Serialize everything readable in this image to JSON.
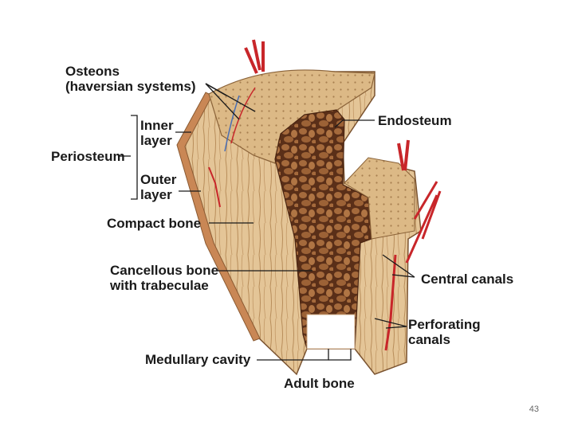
{
  "labels": {
    "osteons": "Osteons\n(haversian systems)",
    "periosteum": "Periosteum",
    "inner_layer": "Inner\nlayer",
    "outer_layer": "Outer\nlayer",
    "compact_bone": "Compact bone",
    "cancellous_bone": "Cancellous bone\nwith trabeculae",
    "medullary_cavity": "Medullary cavity",
    "endosteum": "Endosteum",
    "central_canals": "Central canals",
    "perforating_canals": "Perforating\ncanals",
    "caption": "Adult bone"
  },
  "page_number": "43",
  "colors": {
    "bone_light": "#e6c79b",
    "bone_mid": "#d4ab74",
    "bone_dark": "#a7794a",
    "marrow": "#6b3b1f",
    "vessel_red": "#c8262a",
    "vessel_blue": "#4a6fb5",
    "label_text": "#1a1a1a"
  }
}
